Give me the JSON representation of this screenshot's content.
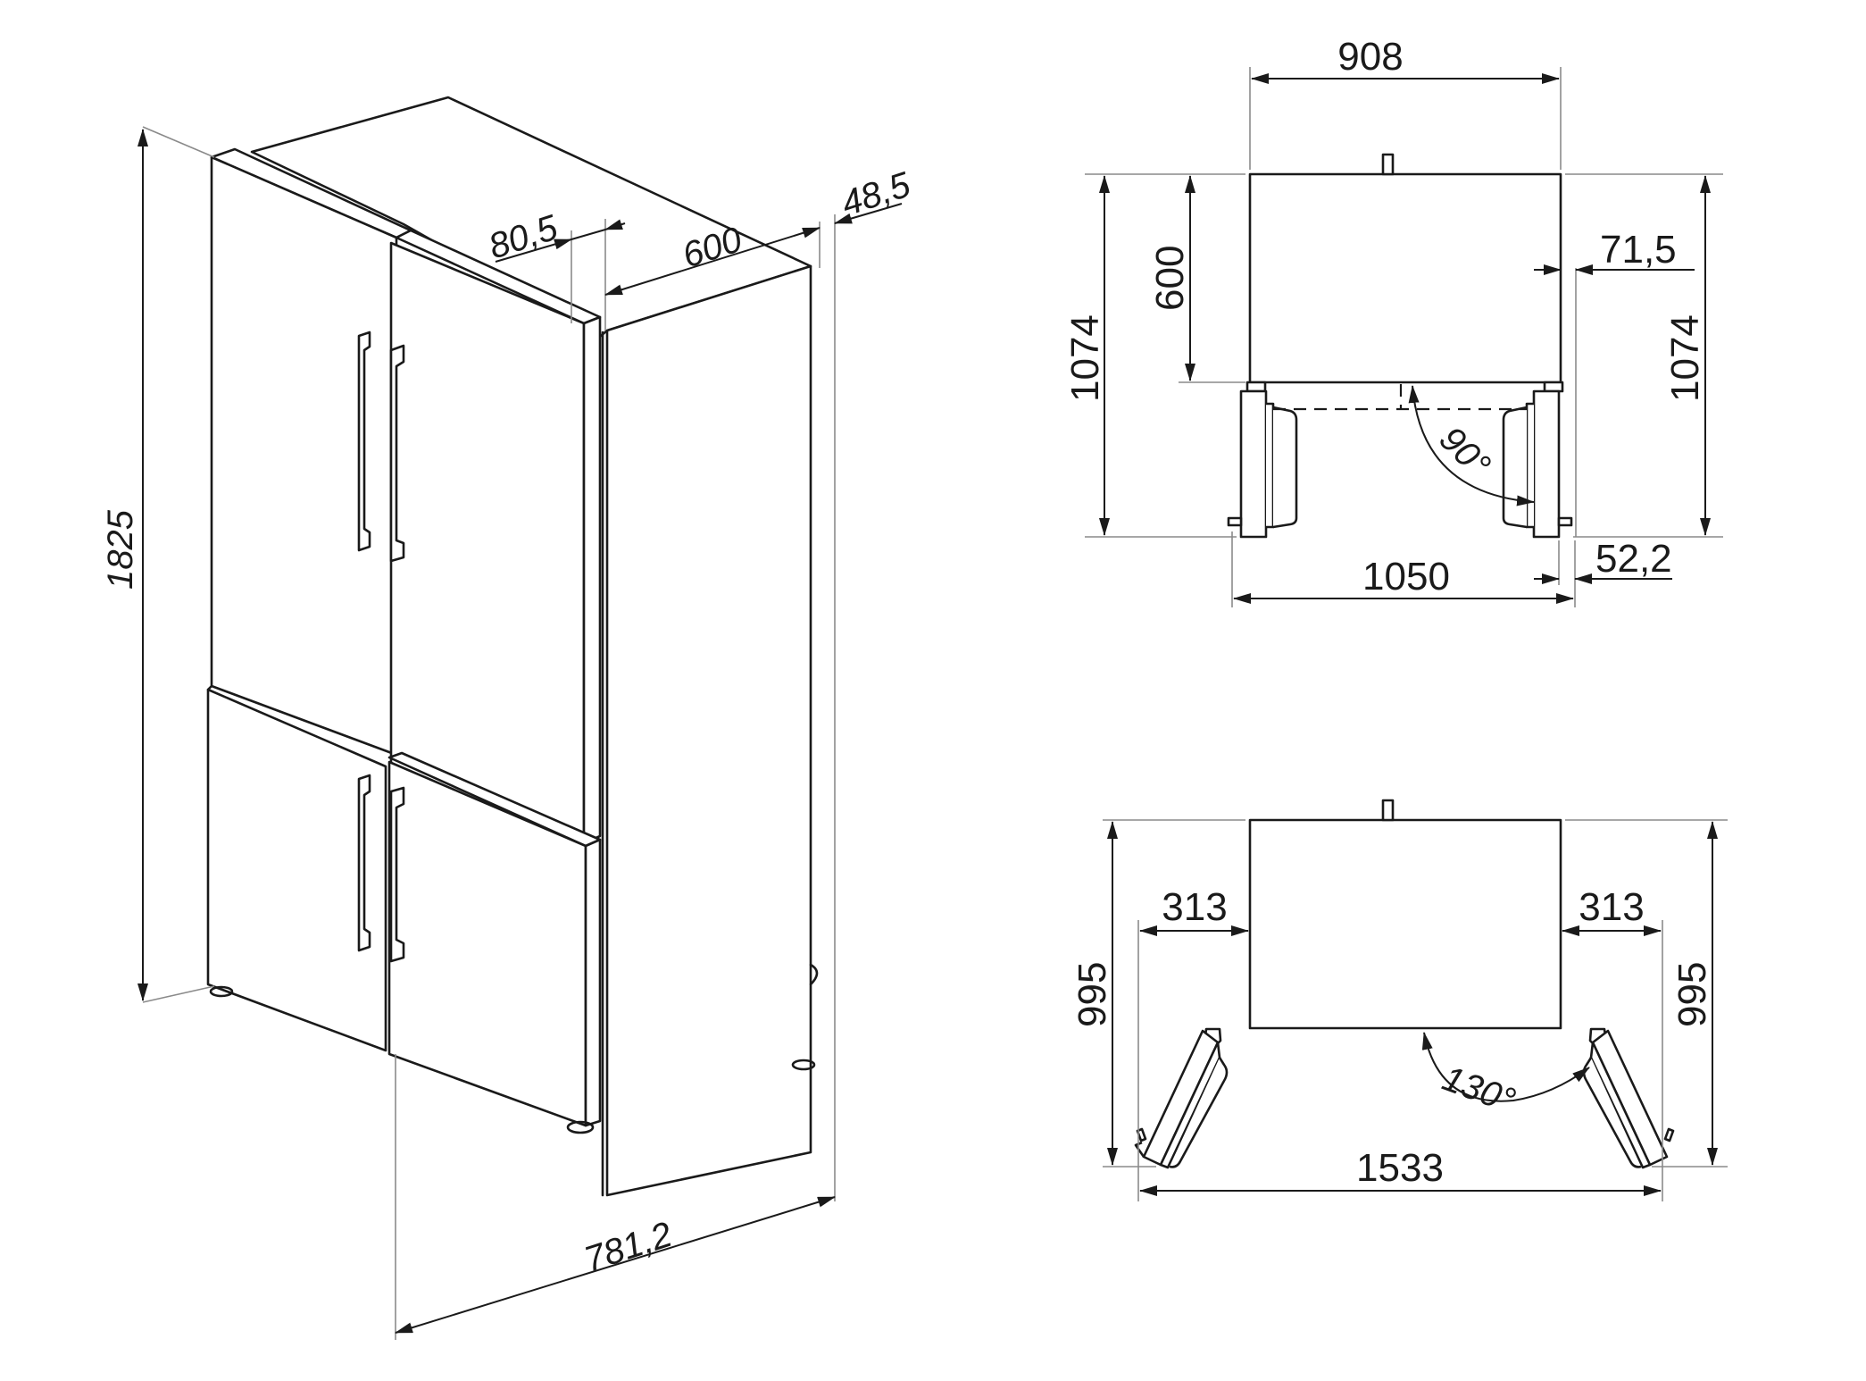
{
  "drawing": {
    "subject": "French-door refrigerator dimension drawing",
    "units": "mm",
    "line_color": "#1a1a1a",
    "extension_line_color": "#8a8a8a",
    "background": "#ffffff"
  },
  "isometric_view": {
    "height": "1825",
    "door_depth_offset": "80,5",
    "cabinet_depth": "600",
    "rear_spacer": "48,5",
    "total_depth": "781,2"
  },
  "top_view_90": {
    "width": "908",
    "cabinet_depth": "600",
    "total_depth_left": "1074",
    "total_depth_right": "1074",
    "side_clearance": "71,5",
    "open_angle": "90°",
    "open_width": "1050",
    "handle_offset": "52,2"
  },
  "top_view_130": {
    "left_clearance": "313",
    "right_clearance": "313",
    "depth_left": "995",
    "depth_right": "995",
    "open_angle": "130°",
    "open_width": "1533"
  }
}
